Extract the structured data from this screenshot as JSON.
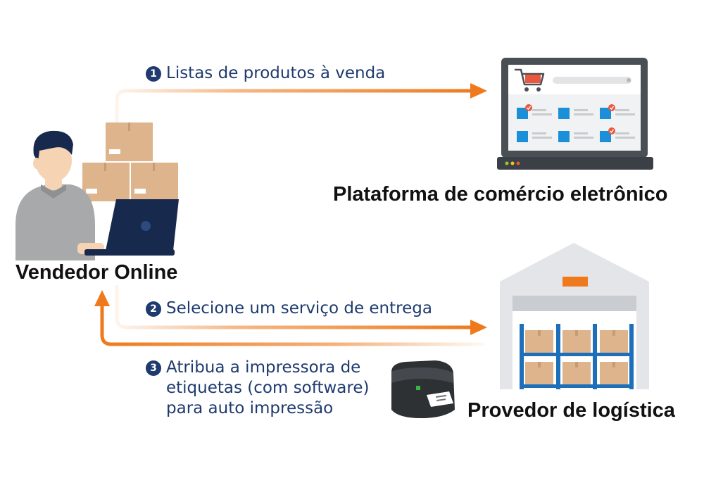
{
  "diagram": {
    "steps": [
      {
        "number": "1",
        "text": "Listas de produtos à venda"
      },
      {
        "number": "2",
        "text": "Selecione um serviço de entrega"
      },
      {
        "number": "3",
        "text": "Atribua a impressora de\netiquetas (com software)\npara auto impressão"
      }
    ],
    "nodes": {
      "seller": "Vendedor Online",
      "platform": "Plataforma de comércio eletrônico",
      "logistics": "Provedor de logística"
    },
    "colors": {
      "arrow": "#ee7a1d",
      "text_steps": "#1e3a6e",
      "laptop_frame": "#4a4f56",
      "product_square": "#1b8fd8",
      "check_badge": "#e9573f",
      "warehouse_wall": "#e3e5e8",
      "box": "#ddb48c",
      "rack": "#1c6fb8"
    },
    "icons": [
      "seller-person-icon",
      "parcel-boxes-icon",
      "seller-laptop-icon",
      "ecommerce-laptop-icon",
      "shopping-cart-icon",
      "warehouse-icon",
      "label-printer-icon"
    ]
  }
}
